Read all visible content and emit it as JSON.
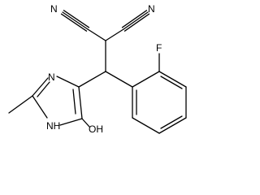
{
  "atoms": {
    "n_cyano_left": "N",
    "n_cyano_right": "N",
    "fluorine": "F",
    "n_imidazole_top": "N",
    "nh_imidazole": "NH",
    "hydroxyl": "OH"
  }
}
